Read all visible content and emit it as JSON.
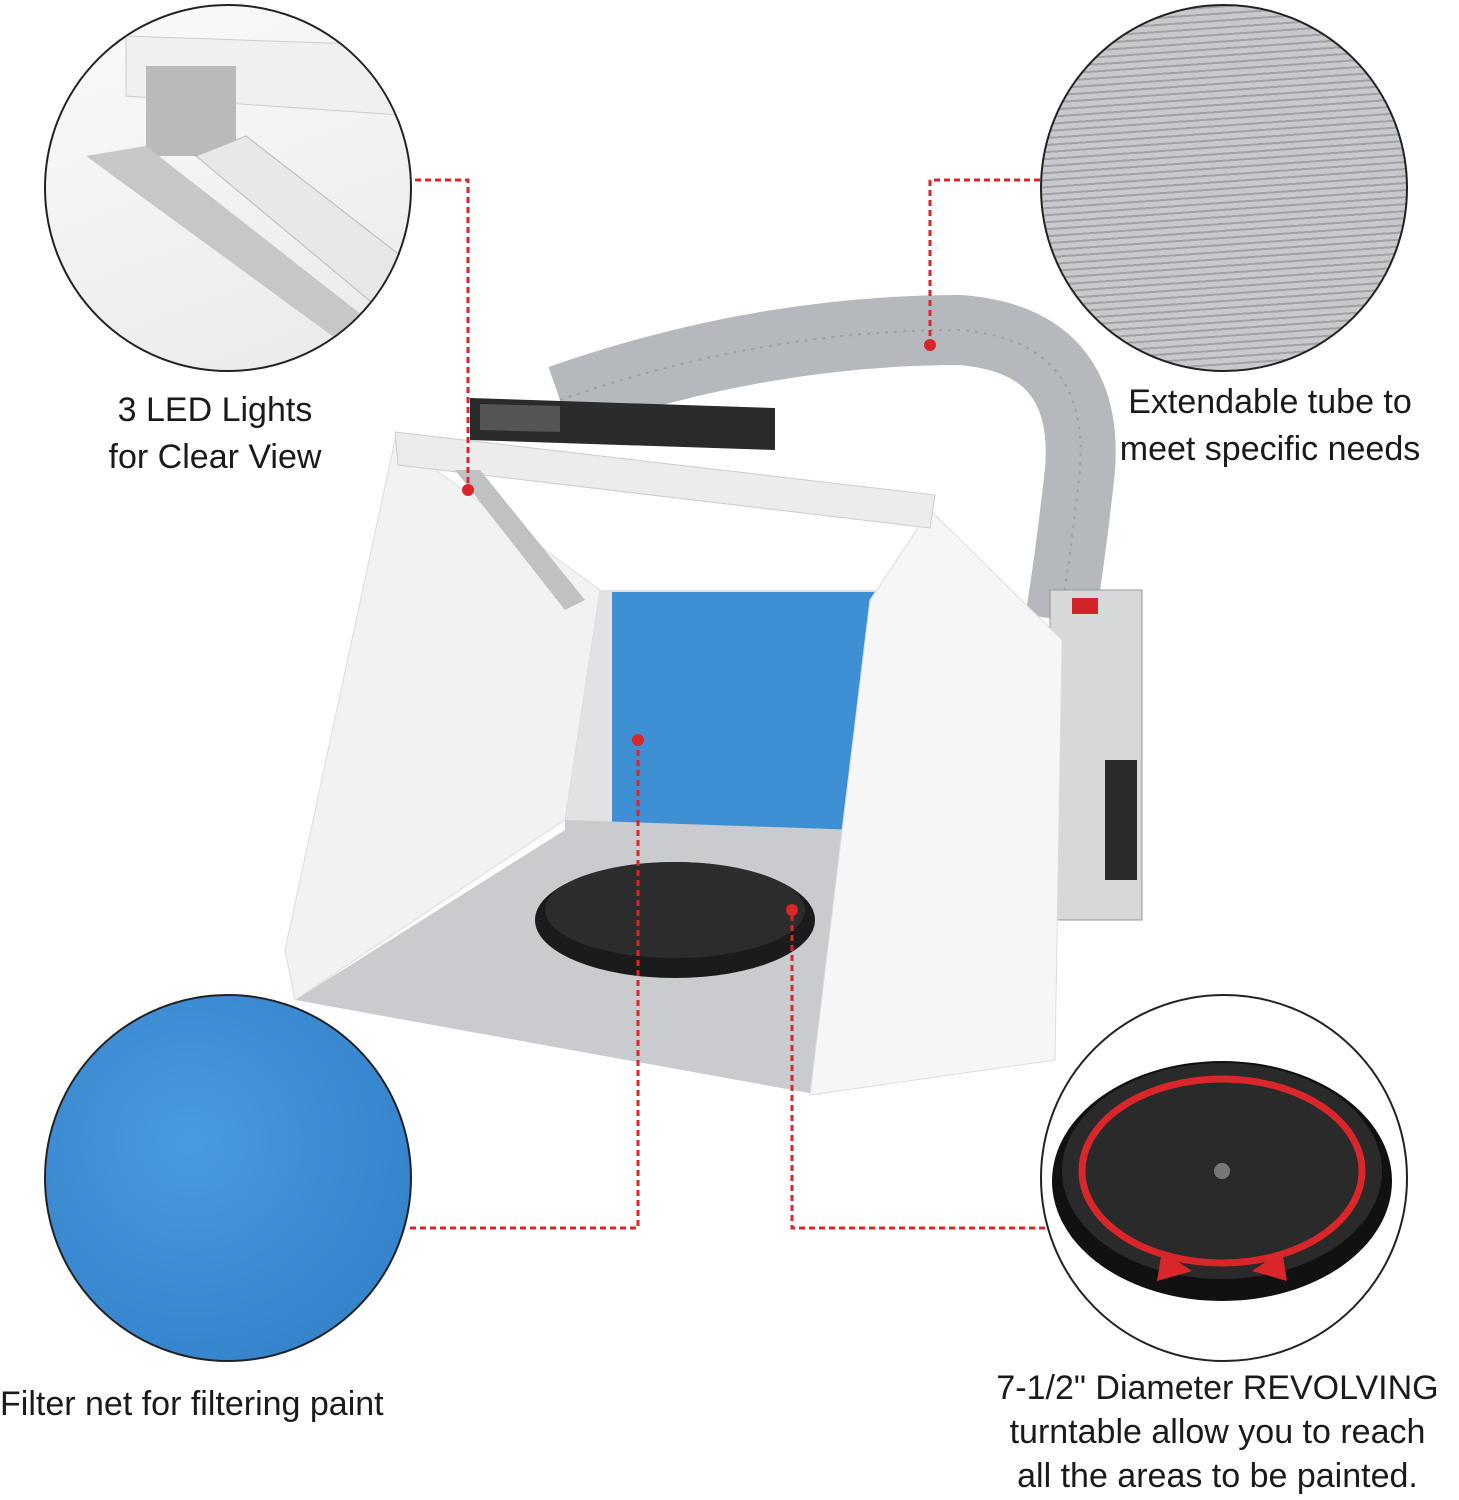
{
  "callouts": {
    "led": {
      "line1": "3 LED Lights",
      "line2": "for Clear View",
      "icon": "led-light-bar-icon"
    },
    "tube": {
      "line1": "Extendable tube to",
      "line2": "meet specific needs",
      "icon": "flexible-tube-icon"
    },
    "filter": {
      "line1": "Filter net for filtering paint",
      "icon": "filter-foam-icon"
    },
    "turntable": {
      "line1": "7-1/2\" Diameter REVOLVING",
      "line2": "turntable allow you to reach",
      "line3": "all the areas to be painted.",
      "icon": "turntable-icon"
    }
  },
  "colors": {
    "leader": "#d9262a",
    "filter": "#3f8fd4",
    "tube": "#b9bcc0",
    "turntable": "#1b1b1b"
  }
}
